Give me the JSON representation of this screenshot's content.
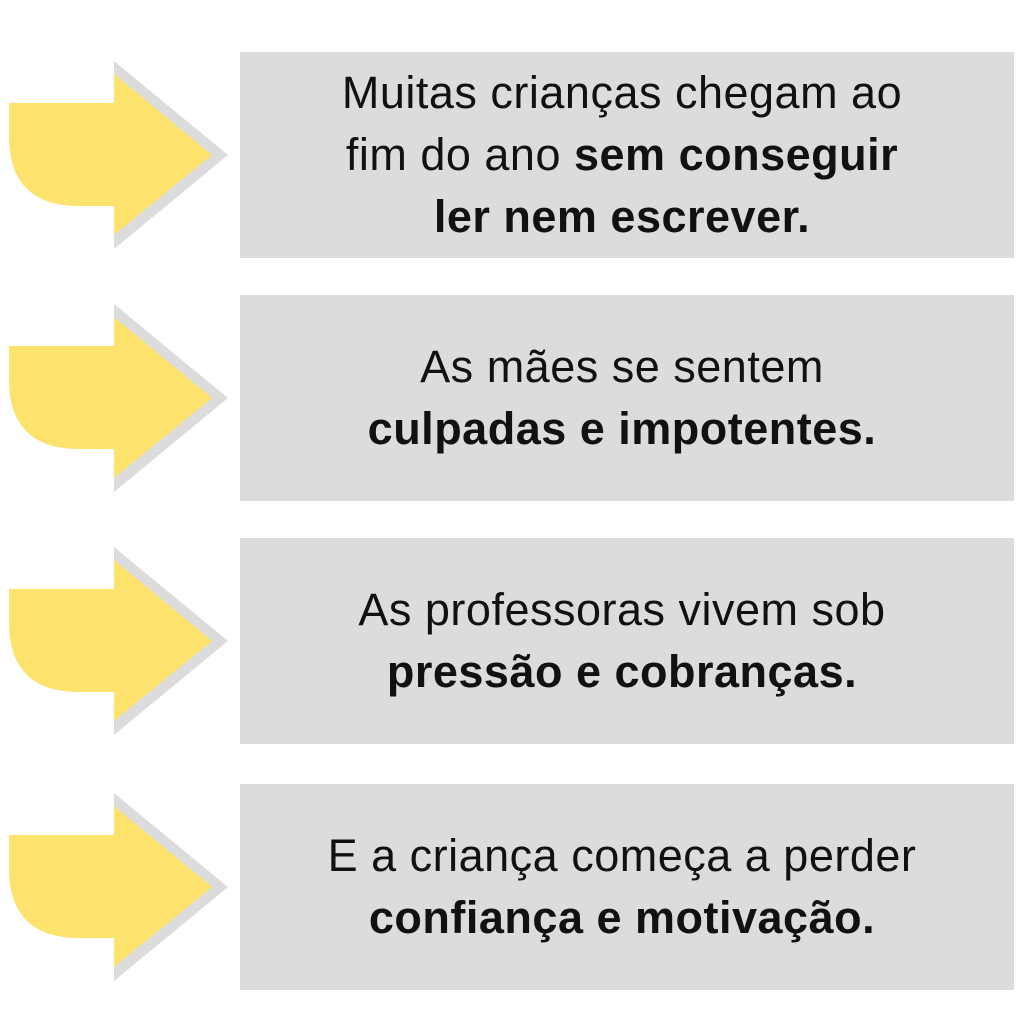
{
  "colors": {
    "arrow": "#fee26e",
    "box": "#dcdcdc",
    "text": "#111111"
  },
  "items": [
    {
      "lines": [
        {
          "normal": "Muitas crianças chegam ao",
          "bold": ""
        },
        {
          "normal": "fim do ano ",
          "bold": "sem conseguir"
        },
        {
          "normal": "",
          "bold": "ler nem escrever."
        }
      ]
    },
    {
      "lines": [
        {
          "normal": "As mães se sentem",
          "bold": ""
        },
        {
          "normal": "",
          "bold": "culpadas e impotentes."
        }
      ]
    },
    {
      "lines": [
        {
          "normal": "As professoras vivem sob",
          "bold": ""
        },
        {
          "normal": "",
          "bold": "pressão e cobranças."
        }
      ]
    },
    {
      "lines": [
        {
          "normal": "E a criança começa a perder",
          "bold": ""
        },
        {
          "normal": "",
          "bold": "confiança e motivação."
        }
      ]
    }
  ]
}
